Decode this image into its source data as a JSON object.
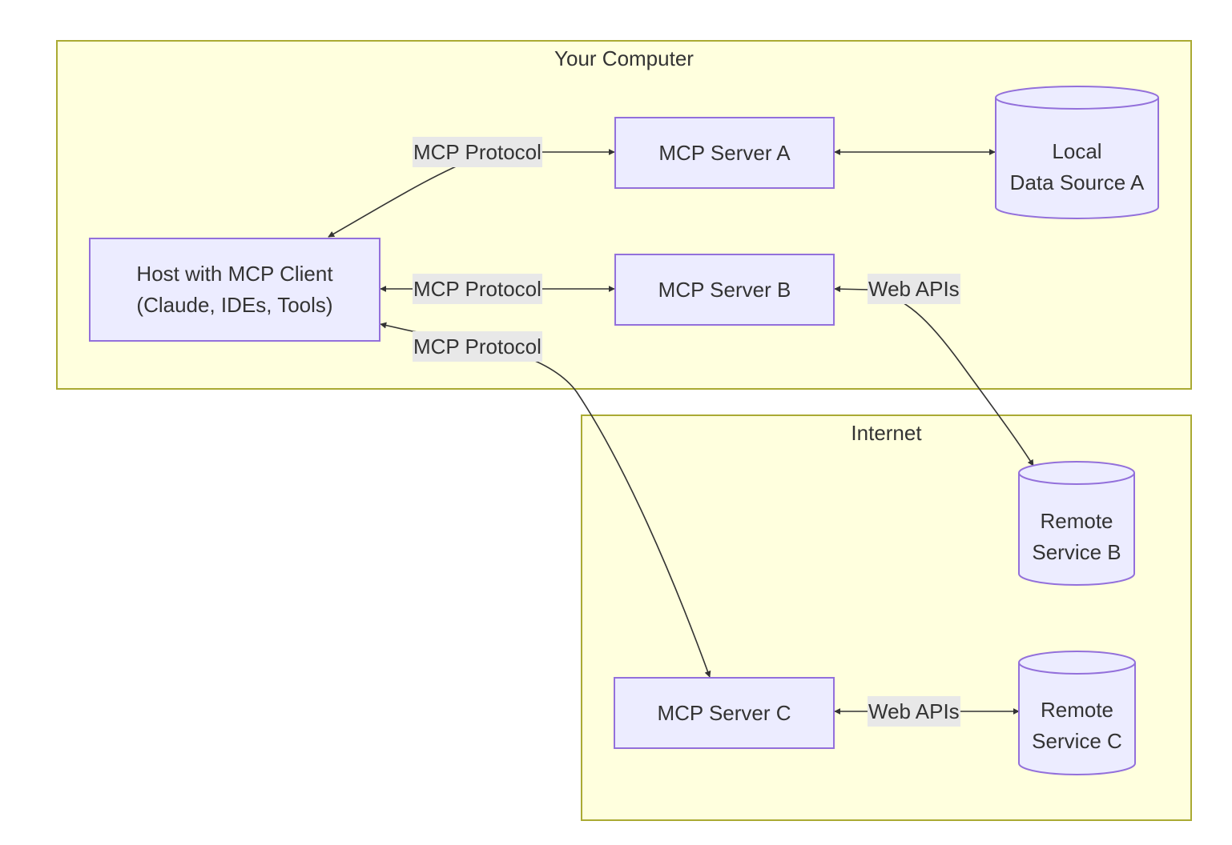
{
  "groups": {
    "computer": {
      "title": "Your Computer"
    },
    "internet": {
      "title": "Internet"
    }
  },
  "nodes": {
    "host": {
      "lines": [
        "Host with MCP Client",
        "(Claude, IDEs, Tools)"
      ]
    },
    "server_a": {
      "lines": [
        "MCP Server A"
      ]
    },
    "server_b": {
      "lines": [
        "MCP Server B"
      ]
    },
    "server_c": {
      "lines": [
        "MCP Server C"
      ]
    },
    "local_a": {
      "lines": [
        "Local",
        "Data Source A"
      ]
    },
    "remote_b": {
      "lines": [
        "Remote",
        "Service B"
      ]
    },
    "remote_c": {
      "lines": [
        "Remote",
        "Service C"
      ]
    }
  },
  "edges": {
    "host_a": {
      "label": "MCP Protocol"
    },
    "host_b": {
      "label": "MCP Protocol"
    },
    "host_c": {
      "label": "MCP Protocol"
    },
    "a_local": {
      "label": ""
    },
    "b_remote": {
      "label": "Web APIs"
    },
    "c_remote": {
      "label": "Web APIs"
    }
  },
  "colors": {
    "group_fill": "#ffffde",
    "group_border": "#aaaa33",
    "node_fill": "#ececff",
    "node_border": "#9370db",
    "edge": "#333333",
    "label_bg": "#e8e8e8"
  }
}
